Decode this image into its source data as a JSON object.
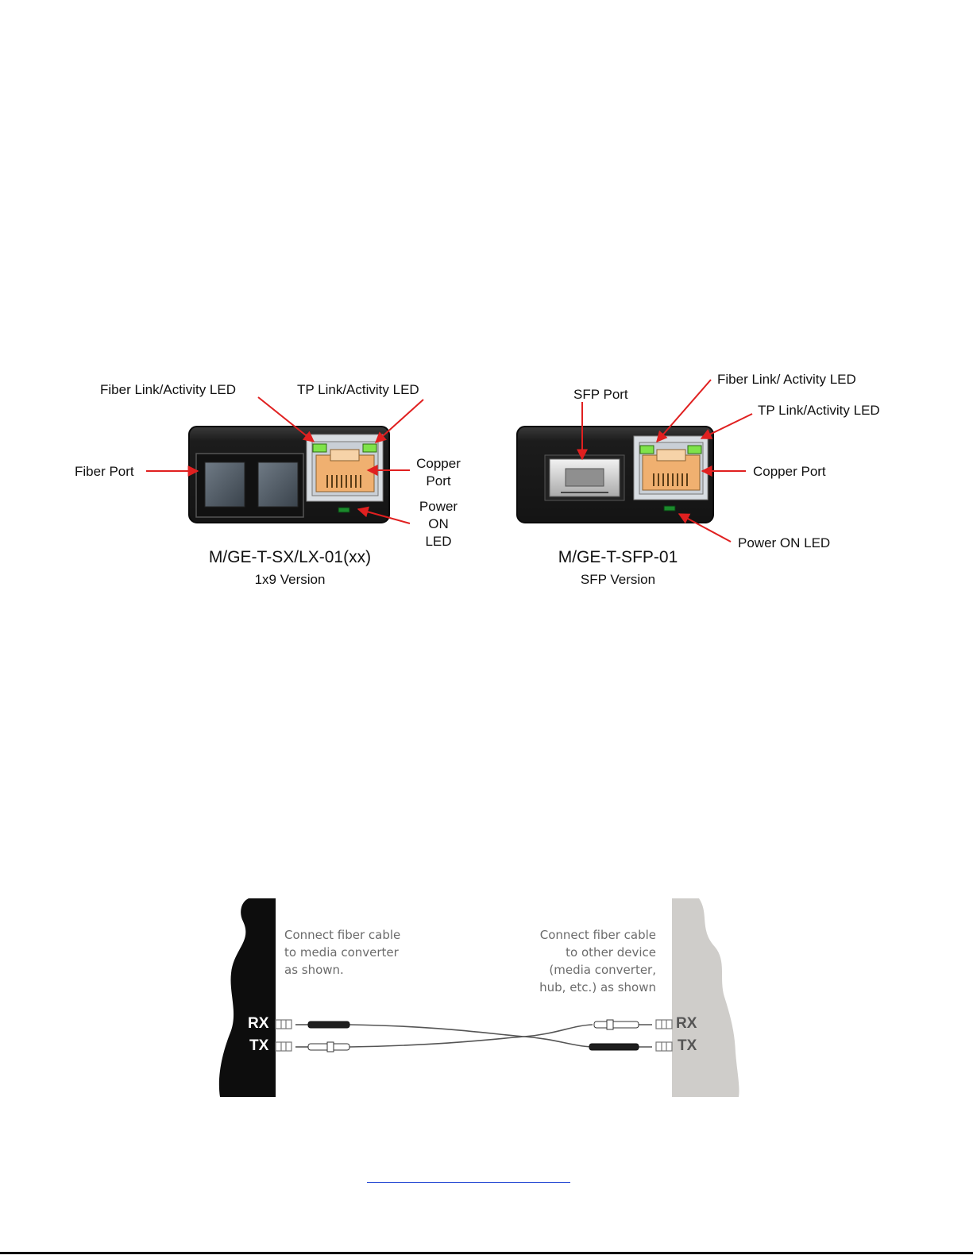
{
  "figure1": {
    "left_device": {
      "labels": {
        "fiber_led": "Fiber Link/Activity LED",
        "tp_led": "TP Link/Activity LED",
        "fiber_port": "Fiber Port",
        "copper_port": [
          "Copper",
          "Port"
        ],
        "power_led": [
          "Power",
          "ON",
          "LED"
        ]
      },
      "model": "M/GE-T-SX/LX-01(xx)",
      "version": "1x9 Version"
    },
    "right_device": {
      "labels": {
        "sfp_port": "SFP Port",
        "fiber_led": "Fiber Link/ Activity LED",
        "tp_led": "TP Link/Activity LED",
        "copper_port": "Copper Port",
        "power_led": "Power ON LED"
      },
      "model": "M/GE-T-SFP-01",
      "version": "SFP Version"
    },
    "colors": {
      "arrow": "#e02020",
      "led_green": "#7fe34a",
      "rj45_orange": "#f0b070",
      "device_body": "#1c1c1c"
    }
  },
  "figure2": {
    "left_note": [
      "Connect fiber cable",
      "to media converter",
      "as shown."
    ],
    "right_note": [
      "Connect fiber cable",
      "to other device",
      "(media converter,",
      "hub, etc.) as shown"
    ],
    "left_ports": {
      "rx": "RX",
      "tx": "TX"
    },
    "right_ports": {
      "rx": "RX",
      "tx": "TX"
    },
    "colors": {
      "left_device": "#0d0d0d",
      "right_device": "#cfcdca"
    }
  }
}
